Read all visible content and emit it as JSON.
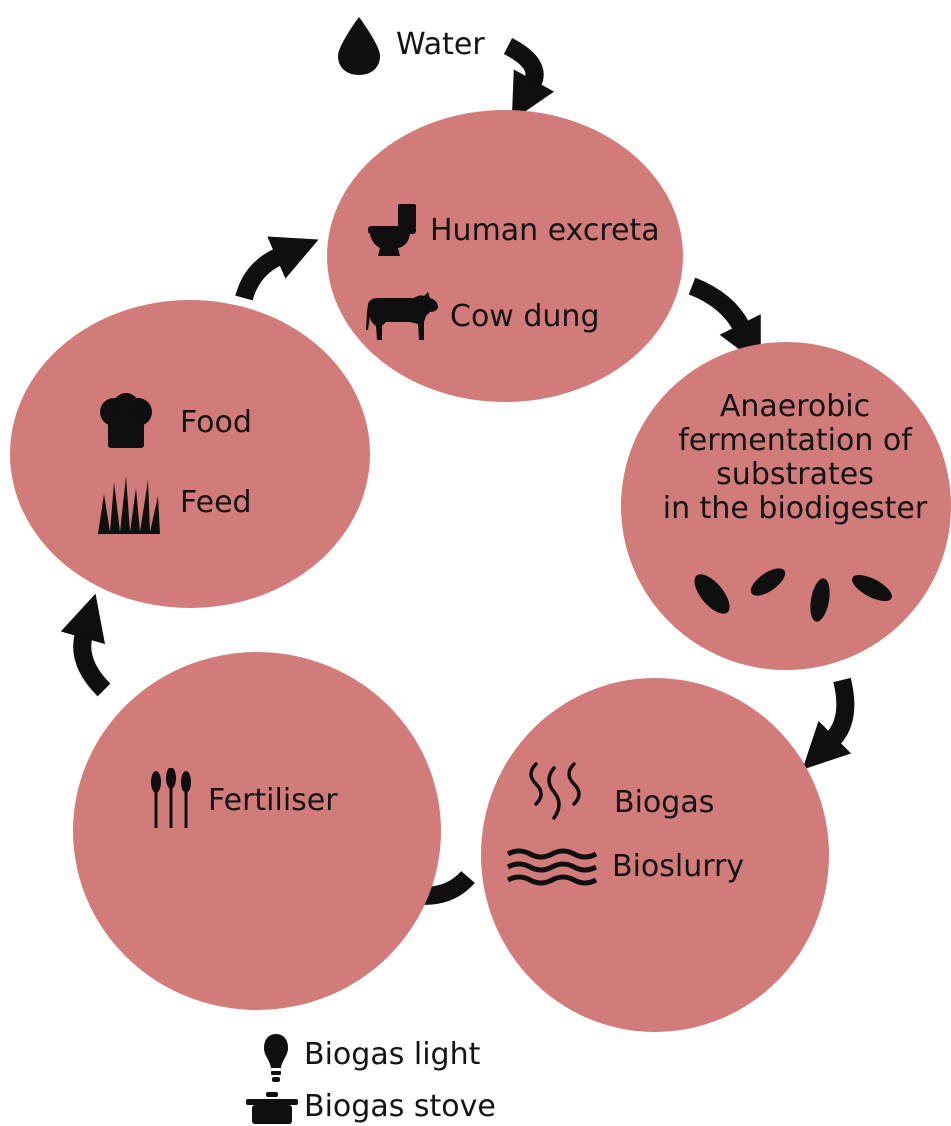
{
  "colors": {
    "node_fill": "#d27b7b",
    "arrow": "#0f0f0f",
    "icon": "#0f0f0f",
    "background": "#ffffff"
  },
  "inputs": {
    "water": {
      "label": "Water",
      "icon": "water-drop-icon"
    }
  },
  "nodes": {
    "substrates": {
      "items": [
        {
          "label": "Human excreta",
          "icon": "toilet-icon"
        },
        {
          "label": "Cow dung",
          "icon": "cow-icon"
        }
      ]
    },
    "fermentation": {
      "lines": [
        "Anaerobic",
        "fermentation of",
        "substrates",
        "in the biodigester"
      ],
      "icon": "bacteria-icon"
    },
    "outputs": {
      "items": [
        {
          "label": "Biogas",
          "icon": "gas-vapour-icon"
        },
        {
          "label": "Bioslurry",
          "icon": "slurry-waves-icon"
        }
      ]
    },
    "fertiliser": {
      "items": [
        {
          "label": "Fertiliser",
          "icon": "wheat-icon"
        }
      ]
    },
    "food_feed": {
      "items": [
        {
          "label": "Food",
          "icon": "chef-hat-icon"
        },
        {
          "label": "Feed",
          "icon": "grass-icon"
        }
      ]
    }
  },
  "uses": {
    "items": [
      {
        "label": "Biogas light",
        "icon": "light-bulb-icon"
      },
      {
        "label": "Biogas stove",
        "icon": "cooking-pot-icon"
      }
    ]
  }
}
